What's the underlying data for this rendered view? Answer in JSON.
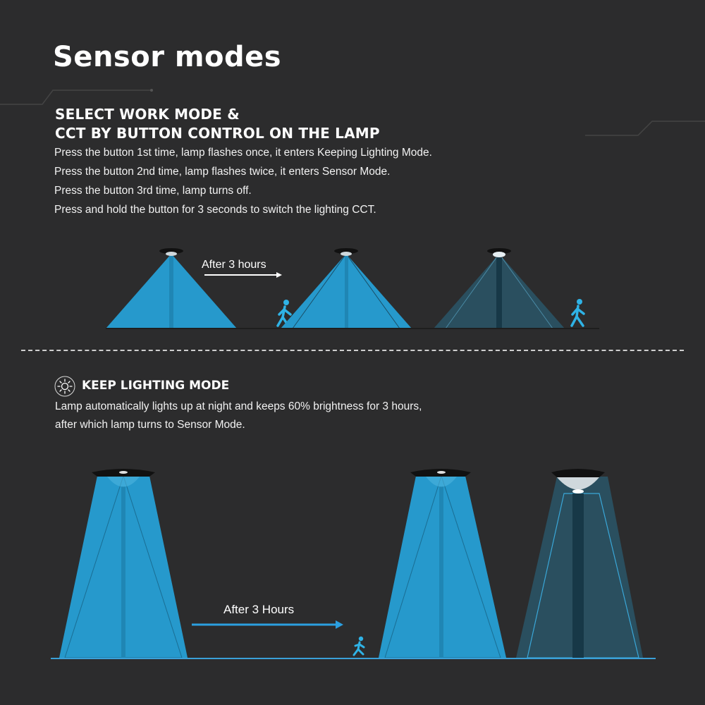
{
  "page": {
    "title": "Sensor modes"
  },
  "button_section": {
    "heading_line1": "SELECT WORK MODE &",
    "heading_line2": "CCT BY BUTTON CONTROL ON THE LAMP",
    "lines": [
      "Press the button 1st time, lamp flashes once, it enters Keeping Lighting Mode.",
      "Press the button 2nd time, lamp flashes twice, it enters Sensor Mode.",
      "Press the button 3rd time, lamp turns off.",
      "Press and hold the button for 3 seconds to switch the lighting CCT."
    ],
    "arrow_label": "After 3 hours"
  },
  "keep_mode": {
    "icon": "sun-icon",
    "heading": "KEEP LIGHTING MODE",
    "desc_line1": "Lamp automatically lights up at night and keeps 60% brightness for 3 hours,",
    "desc_line2": "after which lamp turns to Sensor Mode.",
    "arrow_label": "After 3 Hours"
  },
  "colors": {
    "background": "#2c2c2d",
    "beam_bright": "#2699cc",
    "beam_dim": "#2a4f5f",
    "ground": "#3aa0d8",
    "figure": "#2fb3e6"
  }
}
